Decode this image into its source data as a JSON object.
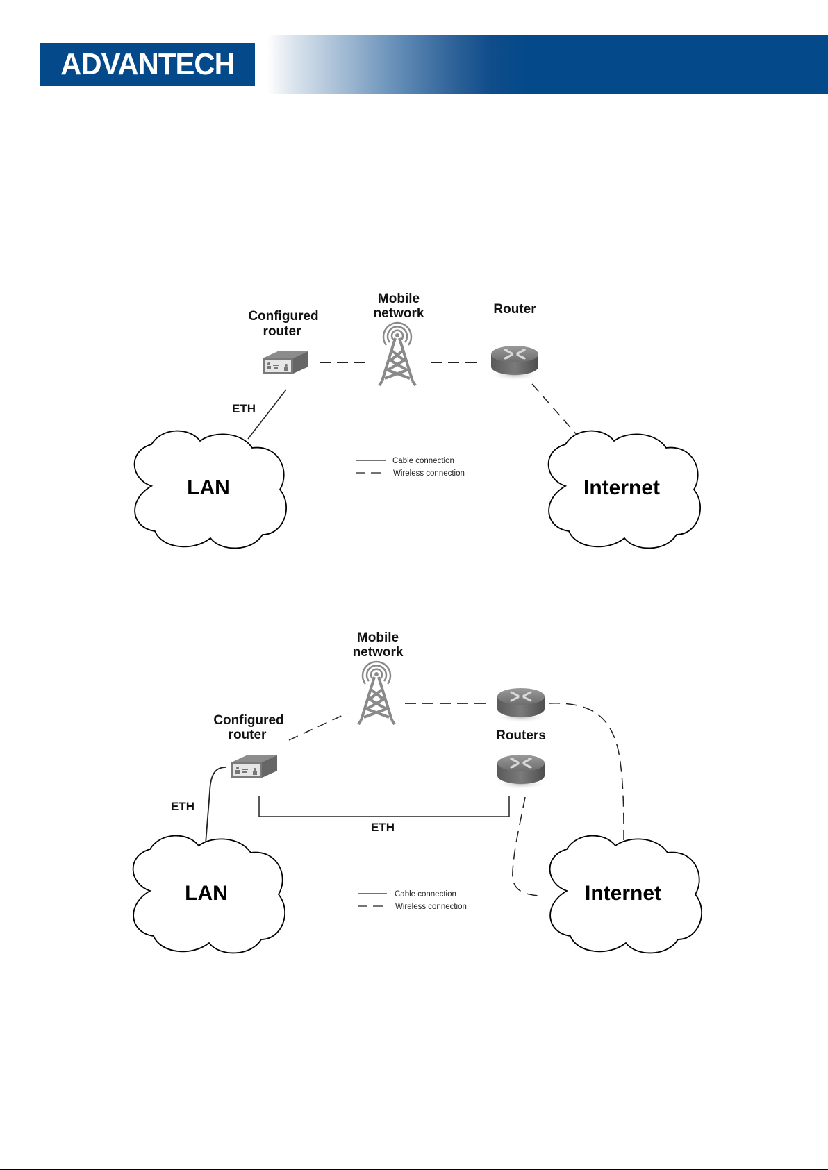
{
  "header": {
    "brand": "ADVANTECH",
    "brand_color": "#044a8a"
  },
  "diagram1": {
    "configured_router": "Configured router",
    "configured_router_lines": [
      "Configured",
      "router"
    ],
    "mobile_network_lines": [
      "Mobile",
      "network"
    ],
    "router": "Router",
    "eth": "ETH",
    "lan": "LAN",
    "internet": "Internet",
    "legend": {
      "cable": "Cable connection",
      "wireless": "Wireless connection"
    }
  },
  "diagram2": {
    "configured_router_lines": [
      "Configured",
      "router"
    ],
    "mobile_network_lines": [
      "Mobile",
      "network"
    ],
    "routers": "Routers",
    "eth_left": "ETH",
    "eth_bottom": "ETH",
    "lan": "LAN",
    "internet": "Internet",
    "legend": {
      "cable": "Cable connection",
      "wireless": "Wireless connection"
    }
  }
}
